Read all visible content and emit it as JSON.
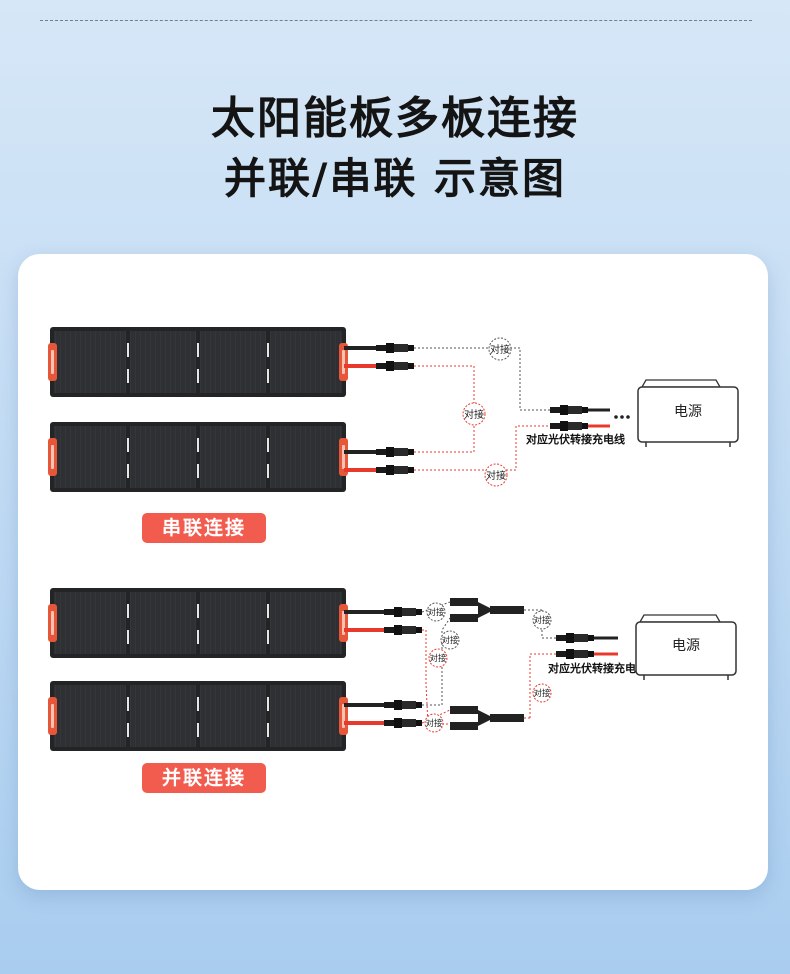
{
  "header": {
    "title_line1": "太阳能板多板连接",
    "title_line2": "并联/串联 示意图"
  },
  "series": {
    "label": "串联连接",
    "joint_labels": [
      "对接",
      "对接",
      "对接"
    ],
    "power_label": "电源",
    "cable_caption": "对应光伏转接充电线"
  },
  "parallel": {
    "label": "并联连接",
    "joint_labels": [
      "对接",
      "对接",
      "对接",
      "对接",
      "对接",
      "对接"
    ],
    "power_label": "电源",
    "cable_caption": "对应光伏转接充电线"
  },
  "colors": {
    "accent": "#f25c4e",
    "panel": "#2b2d30",
    "handle": "#e8563a",
    "cable_red": "#e8392d"
  }
}
